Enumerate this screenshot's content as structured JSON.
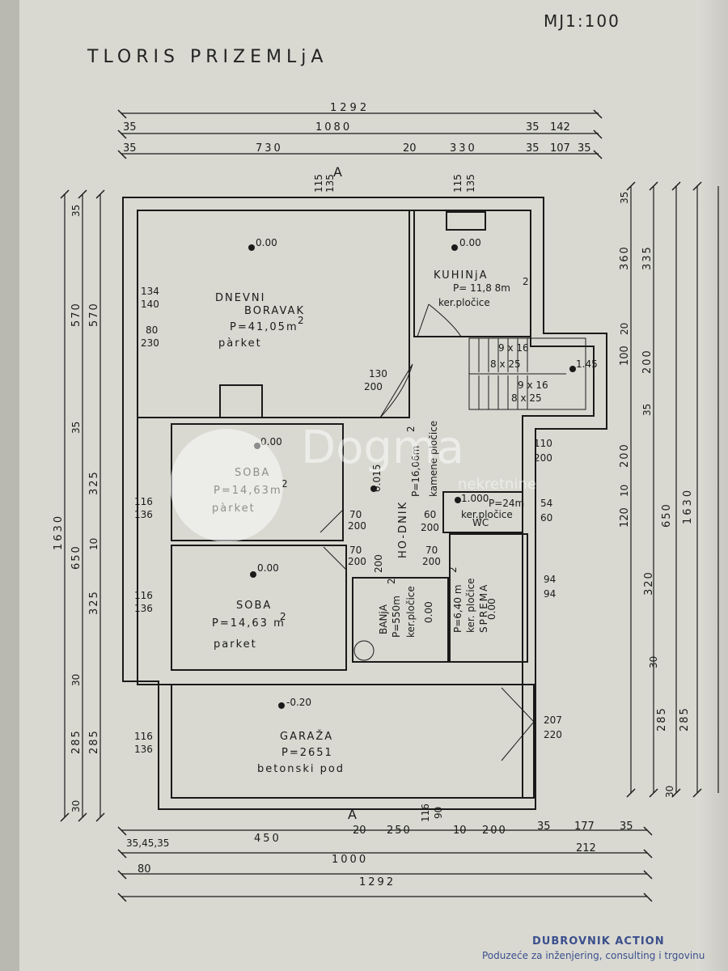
{
  "header": {
    "scale": "MJ1:100",
    "title": "TLORIS PRIZEMLjA"
  },
  "dims_top": {
    "overall": "1292",
    "row2_left": "35",
    "row2_mid": "1080",
    "row2_right_a": "35",
    "row2_right_b": "142",
    "row3_left": "35",
    "row3_a": "730",
    "row3_b": "20",
    "row3_c": "330",
    "row3_d": "35",
    "row3_e": "107",
    "row3_f": "35"
  },
  "dims_bottom": {
    "r1_a": "35,45,35",
    "r1_b": "450",
    "r1_c": "20",
    "r1_d": "250",
    "r1_e": "10",
    "r1_f": "200",
    "r1_g": "35",
    "r1_h": "177",
    "r1_i": "35",
    "r2_a": "80",
    "r2_b": "1000",
    "r2_c": "212",
    "r3": "1292"
  },
  "dims_left": {
    "total": "1630",
    "a": "35",
    "b": "570",
    "c": "35",
    "d": "325",
    "e": "10",
    "f": "650",
    "g": "325",
    "h": "30",
    "i": "285",
    "j": "30"
  },
  "dims_right": {
    "total": "1630",
    "a": "35",
    "b": "360",
    "c": "335",
    "d": "20",
    "e": "100",
    "f": "200",
    "g": "35",
    "h": "200",
    "i": "10",
    "j": "120",
    "k": "650",
    "l": "320",
    "m": "30",
    "n": "285",
    "o": "30"
  },
  "section_marks": {
    "top": "A",
    "bottom": "A",
    "top_window_a": "115",
    "top_window_b": "135",
    "kitchen_window_a": "115",
    "kitchen_window_b": "135",
    "bottom_window_a": "116",
    "bottom_window_b": "90"
  },
  "rooms": {
    "dnevni": {
      "name_1": "DNEVNI",
      "name_2": "BORAVAK",
      "area": "P=41,05m",
      "sup": "2",
      "floor": "pàrket",
      "level": "0.00"
    },
    "kuhinja": {
      "name": "KUHINjA",
      "area": "P= 11,8 8m",
      "sup": "2",
      "floor": "ker.pločice",
      "level": "0.00"
    },
    "soba1": {
      "name": "SOBA",
      "area": "P=14,63m",
      "sup": "2",
      "floor": "pàrket",
      "level": "0.00"
    },
    "soba2": {
      "name": "SOBA",
      "area": "P=14,63 m",
      "sup": "2",
      "floor": "parket",
      "level": "0.00"
    },
    "hodnik": {
      "name": "HO-DNIK",
      "area": "P=16,06m",
      "sup": "2",
      "floor": "kamene pločice",
      "level": "0.015"
    },
    "wc": {
      "name": "WC",
      "area": "P=24m",
      "floor": "ker.pločice",
      "level": "1.000"
    },
    "banja": {
      "name": "BANjA",
      "area": "P=550m",
      "sup": "2",
      "floor": "ker.pločice",
      "level": "0.00"
    },
    "sprema": {
      "name": "SPREMA",
      "area": "P=6,40 m",
      "sup": "2",
      "floor": "ker. pločice",
      "level": "0.00"
    },
    "garaza": {
      "name": "GARAŽA",
      "area": "P=2651",
      "floor": "betonski pod",
      "level": "-0.20"
    }
  },
  "openings": {
    "w_left1_a": "134",
    "w_left1_b": "140",
    "w_left2_a": "80",
    "w_left2_b": "230",
    "w_left3_a": "116",
    "w_left3_b": "136",
    "w_left4_a": "116",
    "w_left4_b": "136",
    "w_left5_a": "116",
    "w_left5_b": "136",
    "d_boravak_a": "130",
    "d_boravak_b": "200",
    "d_ext_a": "110",
    "d_ext_b": "200",
    "d_soba1_a": "70",
    "d_soba1_b": "200",
    "d_soba2_a": "70",
    "d_soba2_b": "200",
    "d_banja": "200",
    "d_wc_a": "60",
    "d_wc_b": "200",
    "d_sprema_a": "70",
    "d_sprema_b": "200",
    "w_wc_a": "54",
    "w_wc_b": "60",
    "w_sprema_a": "94",
    "w_sprema_b": "94",
    "d_garage_a": "207",
    "d_garage_b": "220"
  },
  "stairs": {
    "row1": "9 x 16",
    "row2": "8 x 25",
    "row3": "9 x 16",
    "row4": "8 x 25",
    "level": "1.45"
  },
  "watermark": {
    "brand": "Dogma",
    "sub": "nekretnine"
  },
  "stamp": {
    "company": "DUBROVNIK ACTION",
    "line": "Poduzeće za inženjering, consulting i trgovinu"
  }
}
